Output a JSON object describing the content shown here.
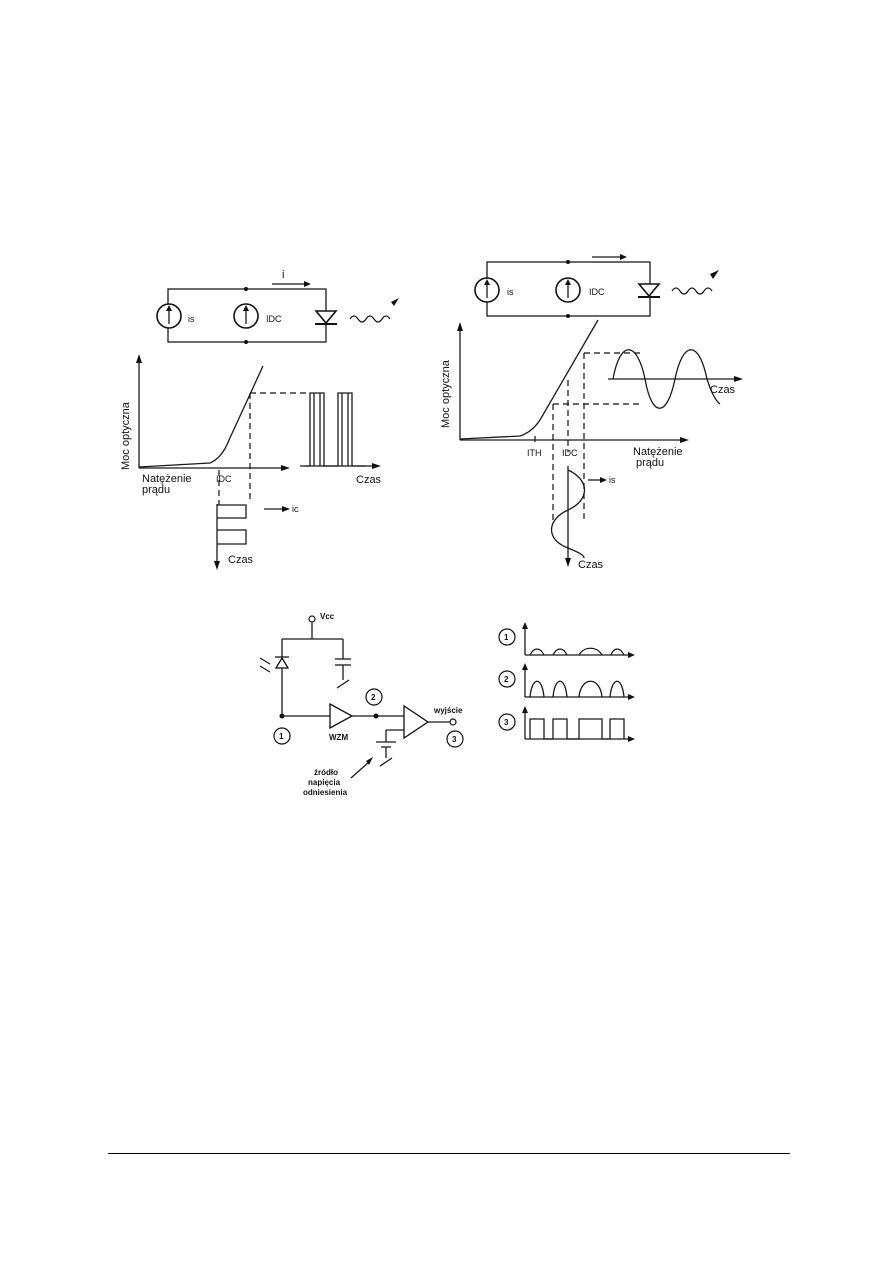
{
  "left_figure": {
    "current_label": "i",
    "source_is": "is",
    "source_idc": "IDC",
    "y_axis": "Moc optyczna",
    "x_axis_line1": "Natężenie",
    "x_axis_line2": "prądu",
    "tick_idc": "IDC",
    "time_label_right": "Czas",
    "pulse_current_label": "ic",
    "time_label_down": "Czas"
  },
  "right_figure": {
    "source_is": "is",
    "source_idc": "IDC",
    "y_axis": "Moc optyczna",
    "x_axis_line1": "Natężenie",
    "x_axis_line2": "prądu",
    "tick_ith": "ITH",
    "tick_idc": "IDC",
    "time_label_right": "Czas",
    "signal_label": "is",
    "time_label_down": "Czas"
  },
  "receiver_circuit": {
    "supply": "Vcc",
    "amplifier": "WZM",
    "output": "wyjście",
    "node1": "1",
    "node2": "2",
    "node3": "3",
    "reference_line1": "źródło",
    "reference_line2": "napięcia",
    "reference_line3": "odniesienia"
  },
  "waveforms": {
    "w1": "1",
    "w2": "2",
    "w3": "3"
  }
}
